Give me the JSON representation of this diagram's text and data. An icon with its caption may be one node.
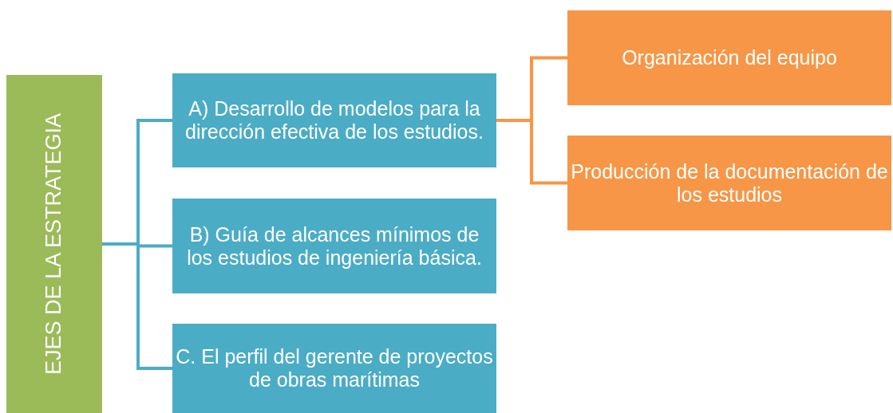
{
  "diagram": {
    "nodes": [
      {
        "text": [
          "EJES DE LA ESTRATEGIA"
        ]
      },
      {
        "text": [
          "A) Desarrollo de modelos para la dirección efectiva de los estudios."
        ]
      },
      {
        "text": [
          "B) Guía de alcances mínimos de los estudios de ingeniería básica."
        ]
      },
      {
        "text": [
          "C. El perfil del gerente de proyectos de obras marítimas"
        ]
      },
      {
        "text": [
          "Organización del equipo"
        ]
      },
      {
        "text": [
          "Producción de la documentación de los estudios"
        ]
      }
    ],
    "edges": [
      {
        "from": 0,
        "to": 1,
        "arrow": "none"
      },
      {
        "from": 0,
        "to": 2,
        "arrow": "none"
      },
      {
        "from": 0,
        "to": 3,
        "arrow": "none"
      },
      {
        "from": 1,
        "to": 4,
        "arrow": "none",
        "color": "#f79646"
      },
      {
        "from": 1,
        "to": 5,
        "arrow": "none",
        "color": "#f79646"
      }
    ]
  }
}
